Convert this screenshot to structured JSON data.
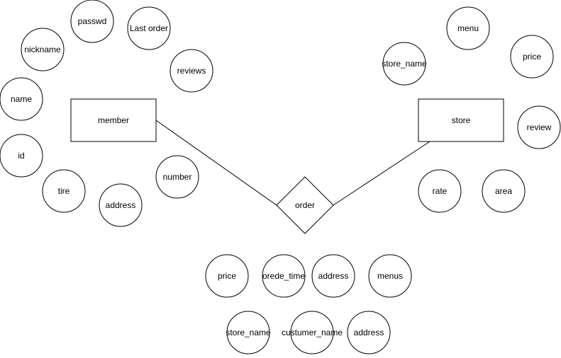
{
  "diagram": {
    "entities": {
      "member": {
        "label": "member"
      },
      "store": {
        "label": "store"
      }
    },
    "relationships": {
      "order": {
        "label": "order"
      }
    },
    "attributes": {
      "member_passwd": "passwd",
      "member_last_order": "Last order",
      "member_nickname": "nickname",
      "member_reviews": "reviews",
      "member_name": "name",
      "member_id": "id",
      "member_number": "number",
      "member_tire": "tire",
      "member_address": "address",
      "store_menu": "menu",
      "store_price": "price",
      "store_store_name": "store_name",
      "store_review": "review",
      "store_rate": "rate",
      "store_area": "area",
      "order_price": "price",
      "order_orede_time": "orede_time",
      "order_address": "address",
      "order_menus": "menus",
      "order_store_name": "store_name",
      "order_custumer_name": "custumer_name",
      "order_address2": "address"
    },
    "connections": [
      {
        "from": "member",
        "to": "order"
      },
      {
        "from": "store",
        "to": "order"
      }
    ]
  }
}
